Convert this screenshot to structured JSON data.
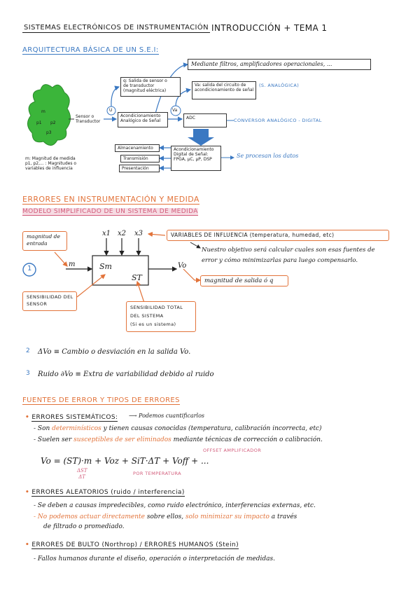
{
  "header": {
    "subject": "SISTEMAS ELECTRÓNICOS DE INSTRUMENTACIÓN",
    "topic": "INTRODUCCIÓN + TEMA 1"
  },
  "arch": {
    "title": "ARQUITECTURA BÁSICA DE UN S.E.I:",
    "blob_m": "m",
    "blob_p1": "p1",
    "blob_p2": "p2",
    "blob_p3": "p3",
    "legend": "m: Magnitud de medida\np1, p2,... : Magnitudes o\nvariables de influencia",
    "sensor": "Sensor o\nTransductor",
    "node_u": "U",
    "node_va": "Va",
    "sensor_out": "q: Salida de sensor o\nde transductor\n(magnitud eléctrica)",
    "cond_analog": "Acondicionamiento\nAnalógico de Señal",
    "cond_out": "Va: salida del circuito de\nacondicionamiento de señal",
    "cond_note": "Mediante filtros, amplificadores operacionales, ...",
    "analog_note": "(S. ANALÓGICA)",
    "adc": "ADC",
    "adc_note": "CONVERSOR ANALÓGICO - DIGITAL",
    "cond_digital": "Acondicionamiento\nDigital de Señal:\nFPGA, µC, µP, DSP",
    "digital_note": "Se procesan los datos",
    "storage": "Almacenamiento",
    "transmission": "Transmisión",
    "presentation": "Presentación"
  },
  "errors": {
    "title": "ERRORES EN INSTRUMENTACIÓN Y MEDIDA",
    "model_title": "MODELO SIMPLIFICADO DE UN SISTEMA DE MEDIDA",
    "input_box": "magnitud de\nentrada",
    "num1": "1",
    "m": "m",
    "x1": "x1",
    "x2": "x2",
    "x3": "x3",
    "sm": "Sm",
    "st": "ST",
    "vo": "Vo",
    "influence_box": "VARIABLES DE INFLUENCIA (temperatura, humedad, etc)",
    "influence_note": "Nuestro objetivo será calcular cuales son esas fuentes de\nerror y cómo minimizarlas para luego compensarlo.",
    "output_box": "magnitud de salida ó q",
    "sensor_sens": "SENSIBILIDAD DEL\nSENSOR",
    "total_sens": "SENSIBILIDAD TOTAL\nDEL SISTEMA\n(Si es un sistema)",
    "num2": "2",
    "item2": "ΔVo ≡ Cambio o desviación en la salida Vo.",
    "num3": "3",
    "item3": "Ruido ∂Vo ≡ Extra de variabilidad debido al ruido"
  },
  "sources": {
    "title": "FUENTES DE ERROR Y TIPOS DE ERRORES",
    "sys_title": "ERRORES SISTEMÁTICOS:",
    "sys_note": "Podemos cuantificarlos",
    "sys_l1_a": "- Son ",
    "sys_l1_b": "determinísticos",
    "sys_l1_c": " y tienen causas conocidas (temperatura, calibración incorrecta, etc)",
    "sys_l2_a": "- Suelen ser ",
    "sys_l2_b": "susceptibles de ser eliminados",
    "sys_l2_c": " mediante técnicas de corrección o calibración.",
    "offset_note": "OFFSET AMPLIFICADOR",
    "formula": "Vo = (ST)·m + Voz + SiT·ΔT + Voff + ...",
    "formula_frac": "ΔST\n ΔT",
    "temp_note": "POR TEMPERATURA",
    "rand_title": "ERRORES ALEATORIOS (ruido / interferencia)",
    "rand_l1": "- Se deben a causas impredecibles, como ruido electrónico, interferencias externas, etc.",
    "rand_l2_a": "- No podemos actuar directamente",
    "rand_l2_b": " sobre ellos, ",
    "rand_l2_c": "solo minimizar su impacto",
    "rand_l2_d": " a través",
    "rand_l3": "de filtrado o promediado.",
    "bulto_title": "ERRORES DE BULTO (Northrop) / ERRORES HUMANOS (Stein)",
    "bulto_l1": "- Fallos humanos durante el diseño, operación o interpretación de medidas."
  }
}
